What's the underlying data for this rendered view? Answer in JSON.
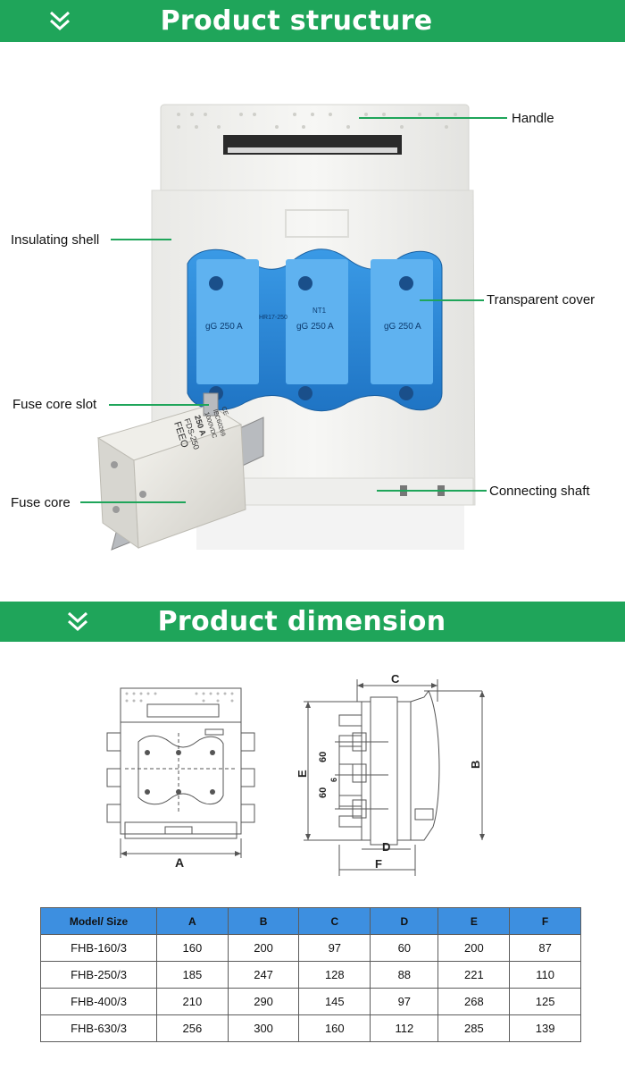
{
  "banners": {
    "structure_title": "Product structure",
    "dimension_title": "Product dimension"
  },
  "structure": {
    "callouts": {
      "handle": "Handle",
      "insulating_shell": "Insulating shell",
      "transparent_cover": "Transparent cover",
      "fuse_core_slot": "Fuse core slot",
      "fuse_core": "Fuse core",
      "connecting_shaft": "Connecting shaft"
    },
    "fuse_printing": {
      "brand": "FEEO",
      "model": "FDS-250",
      "current": "250 A",
      "voltage": "1000VDC",
      "standard": "IEC60269",
      "mark": "CE"
    },
    "cartridge_labels": [
      "gG 250 A",
      "gG 250 A",
      "gG 250 A"
    ],
    "cartridge_tag": "NT1",
    "cartridge_model": "HR17-250"
  },
  "drawing": {
    "front_label": "A",
    "side_labels": {
      "c": "C",
      "b": "B",
      "e": "E",
      "d": "D",
      "f": "F",
      "top_pitch": "60",
      "bottom_pitch": "60",
      "gap": "6"
    }
  },
  "table": {
    "columns": [
      "Model/ Size",
      "A",
      "B",
      "C",
      "D",
      "E",
      "F"
    ],
    "rows": [
      [
        "FHB-160/3",
        "160",
        "200",
        "97",
        "60",
        "200",
        "87"
      ],
      [
        "FHB-250/3",
        "185",
        "247",
        "128",
        "88",
        "221",
        "110"
      ],
      [
        "FHB-400/3",
        "210",
        "290",
        "145",
        "97",
        "268",
        "125"
      ],
      [
        "FHB-630/3",
        "256",
        "300",
        "160",
        "112",
        "285",
        "139"
      ]
    ]
  },
  "colors": {
    "banner": "#1fa55a",
    "leader": "#1fa55a",
    "table_header": "#3d8fe0",
    "cover_blue": "#2b8bd9"
  }
}
